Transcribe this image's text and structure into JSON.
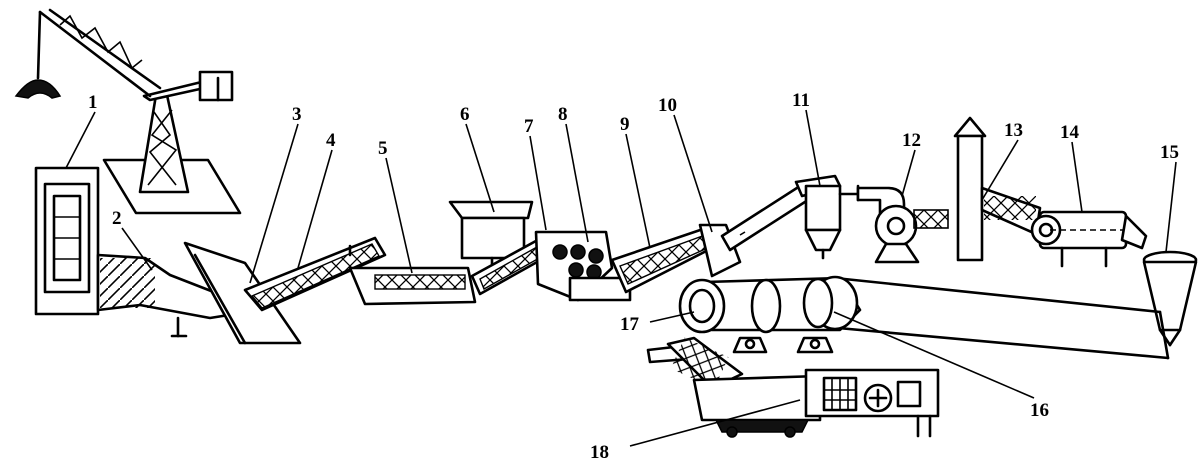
{
  "diagram": {
    "colors": {
      "line": "#000000",
      "background": "#ffffff"
    },
    "labels": [
      {
        "id": "l1",
        "text": "1"
      },
      {
        "id": "l2",
        "text": "2"
      },
      {
        "id": "l3",
        "text": "3"
      },
      {
        "id": "l4",
        "text": "4"
      },
      {
        "id": "l5",
        "text": "5"
      },
      {
        "id": "l6",
        "text": "6"
      },
      {
        "id": "l7",
        "text": "7"
      },
      {
        "id": "l8",
        "text": "8"
      },
      {
        "id": "l9",
        "text": "9"
      },
      {
        "id": "l10",
        "text": "10"
      },
      {
        "id": "l11",
        "text": "11"
      },
      {
        "id": "l12",
        "text": "12"
      },
      {
        "id": "l13",
        "text": "13"
      },
      {
        "id": "l14",
        "text": "14"
      },
      {
        "id": "l15",
        "text": "15"
      },
      {
        "id": "l16",
        "text": "16"
      },
      {
        "id": "l17",
        "text": "17"
      },
      {
        "id": "l18",
        "text": "18"
      }
    ]
  }
}
